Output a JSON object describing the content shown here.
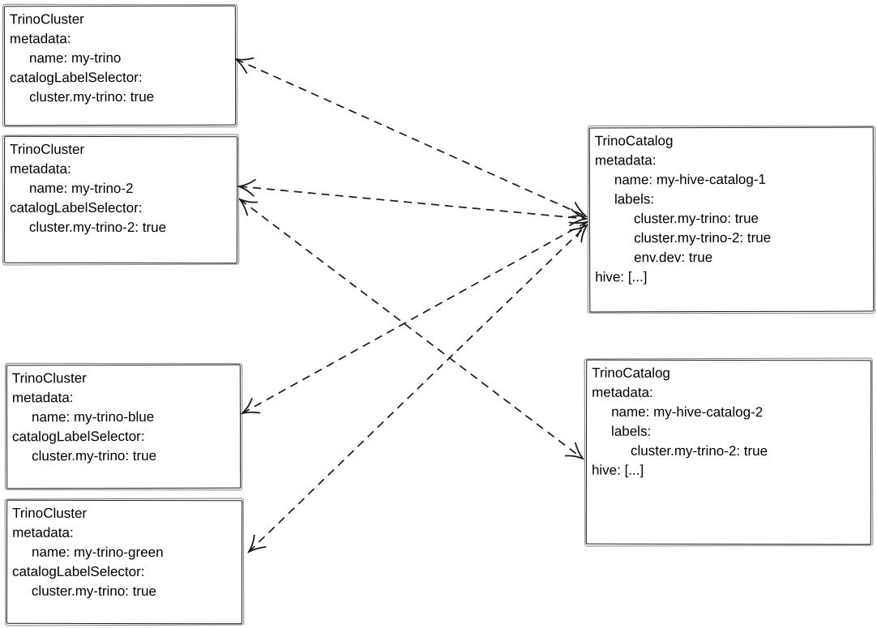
{
  "colors": {
    "stroke": "#1a1a1a",
    "background": "#ffffff"
  },
  "boxes": [
    {
      "id": "trino-cluster-my-trino",
      "kind": "TrinoCluster",
      "lines": [
        {
          "indent": 0,
          "text": "TrinoCluster"
        },
        {
          "indent": 0,
          "text": "metadata:"
        },
        {
          "indent": 1,
          "text": "name: my-trino"
        },
        {
          "indent": 0,
          "text": "catalogLabelSelector:"
        },
        {
          "indent": 1,
          "text": "cluster.my-trino: true"
        }
      ]
    },
    {
      "id": "trino-cluster-my-trino-2",
      "kind": "TrinoCluster",
      "lines": [
        {
          "indent": 0,
          "text": "TrinoCluster"
        },
        {
          "indent": 0,
          "text": "metadata:"
        },
        {
          "indent": 1,
          "text": "name: my-trino-2"
        },
        {
          "indent": 0,
          "text": "catalogLabelSelector:"
        },
        {
          "indent": 1,
          "text": "cluster.my-trino-2: true"
        }
      ]
    },
    {
      "id": "trino-cluster-my-trino-blue",
      "kind": "TrinoCluster",
      "lines": [
        {
          "indent": 0,
          "text": "TrinoCluster"
        },
        {
          "indent": 0,
          "text": "metadata:"
        },
        {
          "indent": 1,
          "text": "name: my-trino-blue"
        },
        {
          "indent": 0,
          "text": "catalogLabelSelector:"
        },
        {
          "indent": 1,
          "text": "cluster.my-trino: true"
        }
      ]
    },
    {
      "id": "trino-cluster-my-trino-green",
      "kind": "TrinoCluster",
      "lines": [
        {
          "indent": 0,
          "text": "TrinoCluster"
        },
        {
          "indent": 0,
          "text": "metadata:"
        },
        {
          "indent": 1,
          "text": "name: my-trino-green"
        },
        {
          "indent": 0,
          "text": "catalogLabelSelector:"
        },
        {
          "indent": 1,
          "text": "cluster.my-trino: true"
        }
      ]
    },
    {
      "id": "trino-catalog-my-hive-catalog-1",
      "kind": "TrinoCatalog",
      "lines": [
        {
          "indent": 0,
          "text": "TrinoCatalog"
        },
        {
          "indent": 0,
          "text": "metadata:"
        },
        {
          "indent": 1,
          "text": "name: my-hive-catalog-1"
        },
        {
          "indent": 1,
          "text": "labels:"
        },
        {
          "indent": 2,
          "text": "cluster.my-trino: true"
        },
        {
          "indent": 2,
          "text": "cluster.my-trino-2: true"
        },
        {
          "indent": 2,
          "text": "env.dev: true"
        },
        {
          "indent": 0,
          "text": "hive: [...]"
        }
      ]
    },
    {
      "id": "trino-catalog-my-hive-catalog-2",
      "kind": "TrinoCatalog",
      "lines": [
        {
          "indent": 0,
          "text": "TrinoCatalog"
        },
        {
          "indent": 0,
          "text": "metadata:"
        },
        {
          "indent": 1,
          "text": "name: my-hive-catalog-2"
        },
        {
          "indent": 1,
          "text": "labels:"
        },
        {
          "indent": 2,
          "text": "cluster.my-trino-2: true"
        },
        {
          "indent": 0,
          "text": "hive: [...]"
        }
      ]
    }
  ],
  "connections": [
    {
      "from": "trino-catalog-my-hive-catalog-1",
      "to": "trino-cluster-my-trino",
      "style": "dashed",
      "arrows": "both"
    },
    {
      "from": "trino-catalog-my-hive-catalog-1",
      "to": "trino-cluster-my-trino-2",
      "style": "dashed",
      "arrows": "both"
    },
    {
      "from": "trino-catalog-my-hive-catalog-1",
      "to": "trino-cluster-my-trino-blue",
      "style": "dashed",
      "arrows": "both"
    },
    {
      "from": "trino-catalog-my-hive-catalog-1",
      "to": "trino-cluster-my-trino-green",
      "style": "dashed",
      "arrows": "both"
    },
    {
      "from": "trino-catalog-my-hive-catalog-2",
      "to": "trino-cluster-my-trino-2",
      "style": "dashed",
      "arrows": "both"
    }
  ]
}
